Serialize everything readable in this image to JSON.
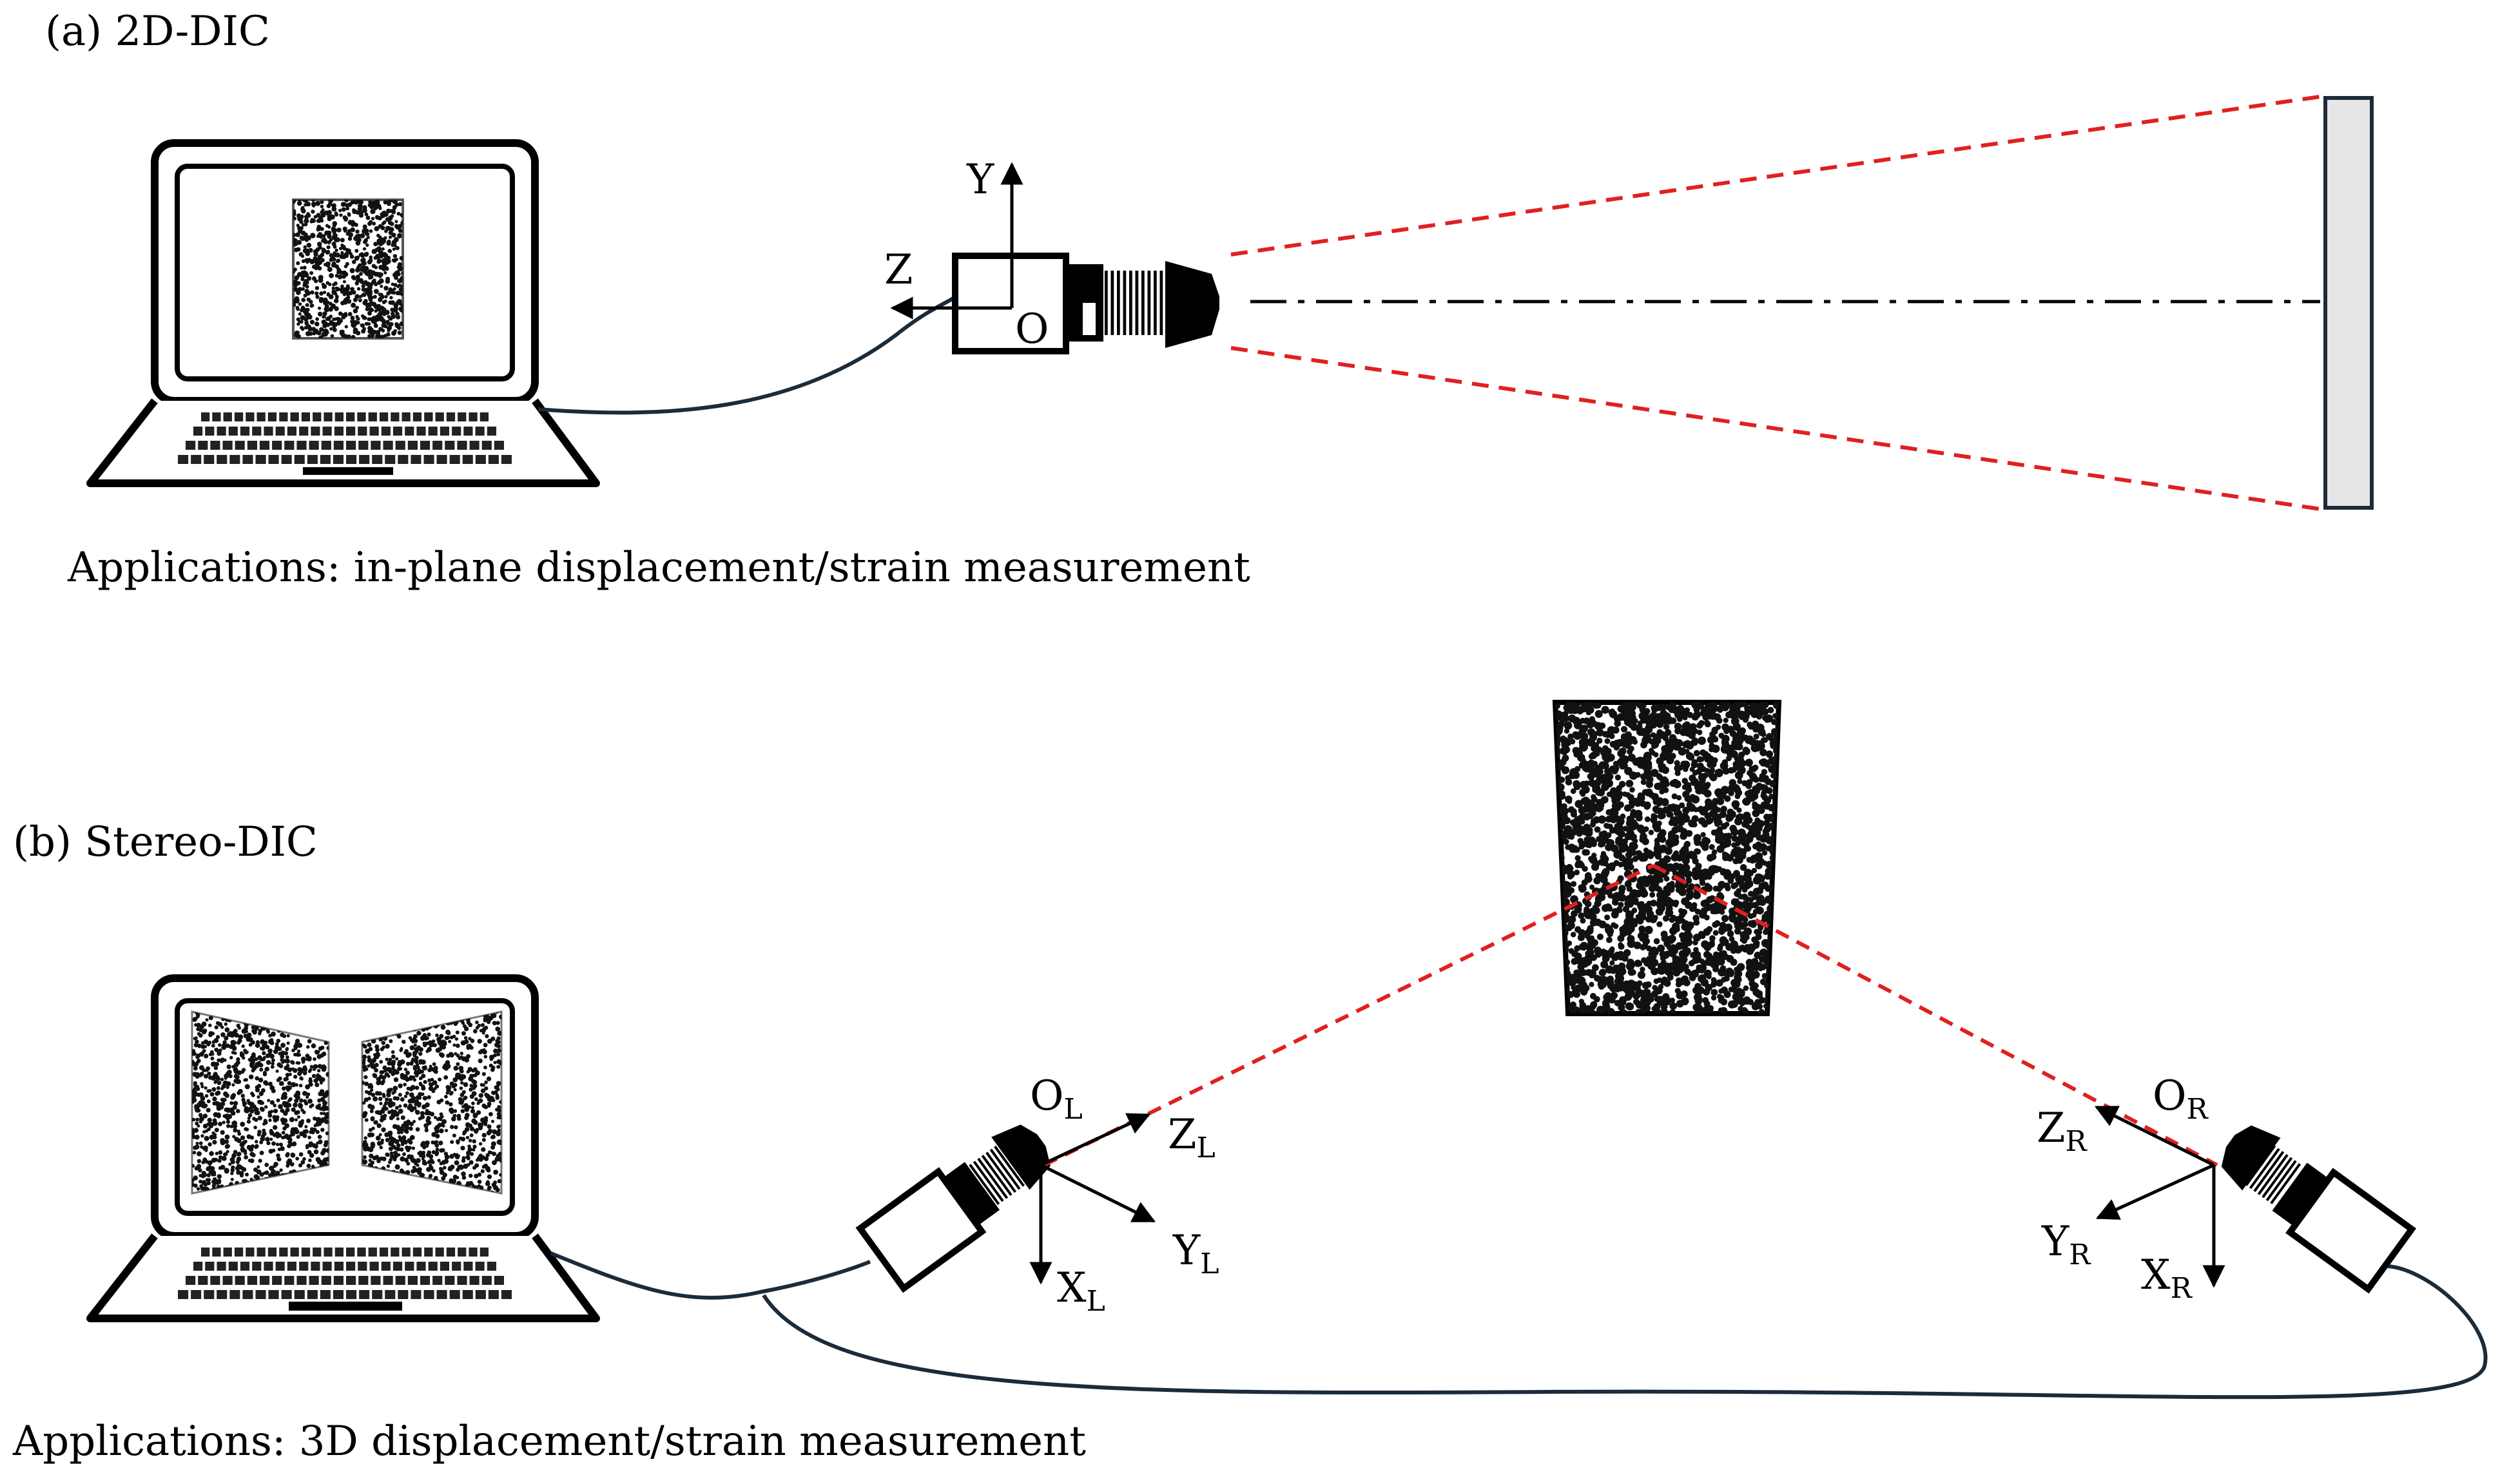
{
  "panel_a": {
    "title": "(a) 2D-DIC",
    "axis_y": "Y",
    "axis_z": "Z",
    "origin": "O",
    "caption": "Applications: in-plane displacement/strain measurement"
  },
  "panel_b": {
    "title": "(b) Stereo-DIC",
    "left_origin": "O",
    "left_origin_sub": "L",
    "left_z": "Z",
    "left_z_sub": "L",
    "left_y": "Y",
    "left_y_sub": "L",
    "left_x": "X",
    "left_x_sub": "L",
    "right_origin": "O",
    "right_origin_sub": "R",
    "right_z": "Z",
    "right_z_sub": "R",
    "right_y": "Y",
    "right_y_sub": "R",
    "right_x": "X",
    "right_x_sub": "R",
    "caption": "Applications: 3D displacement/strain measurement"
  },
  "colors": {
    "ray": "#e02020",
    "ink": "#000000",
    "cable": "#1c2b3a",
    "specimen_fill": "#e6e6e6"
  },
  "icons": [
    "laptop-icon",
    "camera-icon",
    "speckle-pattern"
  ]
}
